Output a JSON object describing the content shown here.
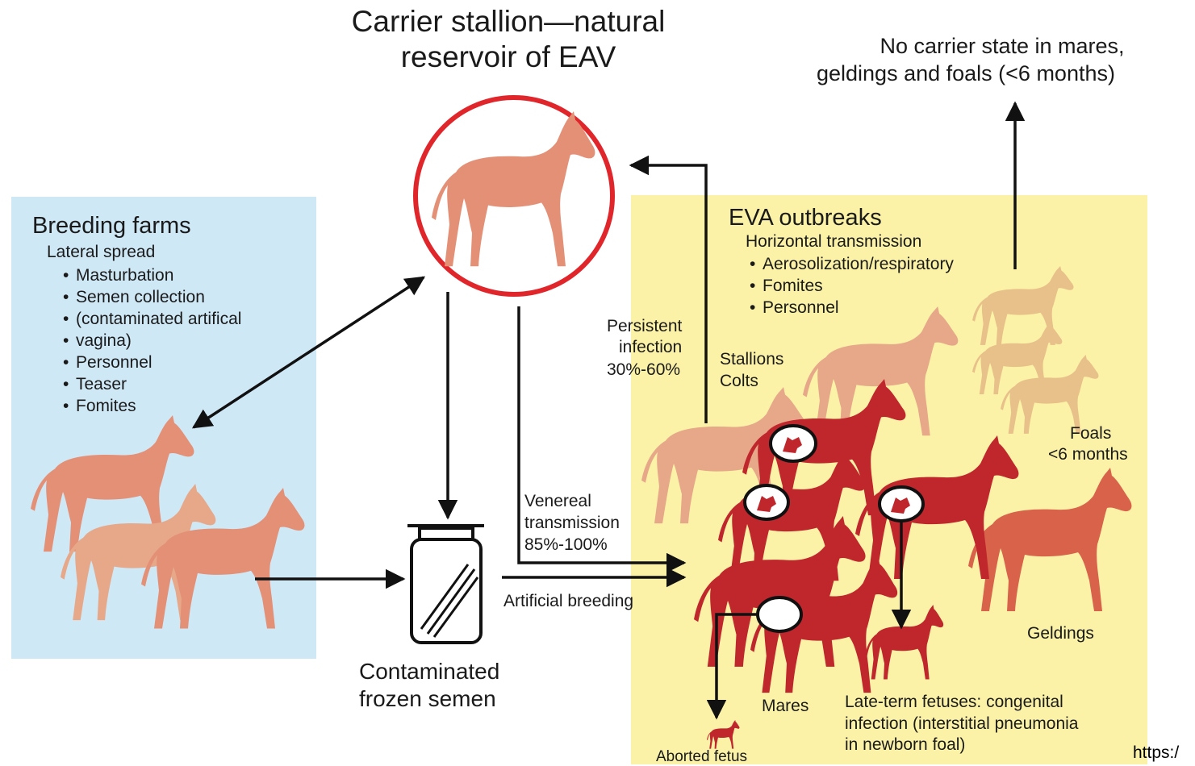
{
  "top": {
    "title_line1": "Carrier stallion—natural",
    "title_line2": "reservoir of EAV",
    "no_carrier_line1": "No carrier state in mares,",
    "no_carrier_line2": "geldings and foals (<6 months)"
  },
  "farms": {
    "heading": "Breeding farms",
    "subheading": "Lateral spread",
    "items": [
      "Masturbation",
      "Semen collection",
      "(contaminated artifical",
      "vagina)",
      "Personnel",
      "Teaser",
      "Fomites"
    ]
  },
  "eva": {
    "heading": "EVA outbreaks",
    "subheading": "Horizontal transmission",
    "items": [
      "Aerosolization/respiratory",
      "Fomites",
      "Personnel"
    ]
  },
  "labels": {
    "persistent_1": "Persistent",
    "persistent_2": "infection",
    "persistent_3": "30%-60%",
    "stallions": "Stallions",
    "colts": "Colts",
    "venereal_1": "Venereal",
    "venereal_2": "transmission",
    "venereal_3": "85%-100%",
    "artificial": "Artificial breeding",
    "semen_1": "Contaminated",
    "semen_2": "frozen semen",
    "foals_1": "Foals",
    "foals_2": "<6 months",
    "geldings": "Geldings",
    "mares": "Mares",
    "aborted": "Aborted fetus",
    "late_1": "Late-term fetuses: congenital",
    "late_2": "infection (interstitial pneumonia",
    "late_3": "in newborn foal)",
    "url": "https:/"
  },
  "colors": {
    "farm_bg": "#cfe8f6",
    "eva_bg": "#fbf2a7",
    "horse_salmon": "#e39076",
    "horse_light": "#e6a889",
    "horse_pale": "#e8c08a",
    "horse_red": "#c0272d",
    "horse_gelding": "#d9624a",
    "circle_red": "#e0262b"
  }
}
